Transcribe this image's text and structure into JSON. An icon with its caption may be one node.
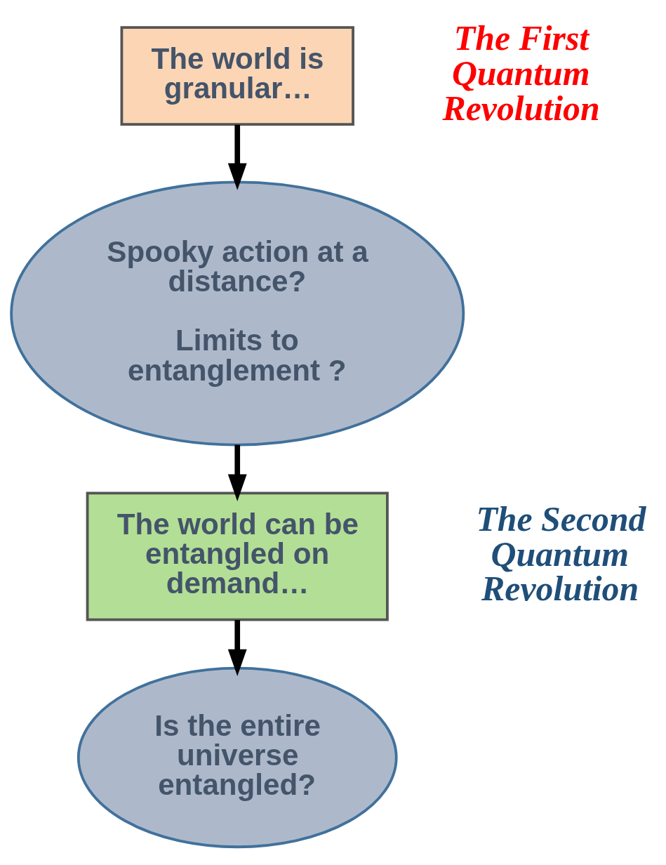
{
  "diagram": {
    "nodes": [
      {
        "text": [
          "The world is granular…"
        ],
        "beside": [
          "The First Quantum Revolution"
        ]
      },
      {
        "text": [
          "Spooky action at a distance?",
          "Limits to entanglement ?"
        ]
      },
      {
        "text": [
          "The world can be entangled on demand…"
        ],
        "beside": [
          "The Second Quantum Revolution"
        ]
      },
      {
        "text": [
          "Is the entire universe entangled?"
        ]
      }
    ],
    "edges": [
      {
        "from": 0,
        "to": 1,
        "arrow": "to"
      },
      {
        "from": 1,
        "to": 2,
        "arrow": "to"
      },
      {
        "from": 2,
        "to": 3,
        "arrow": "to"
      }
    ]
  }
}
